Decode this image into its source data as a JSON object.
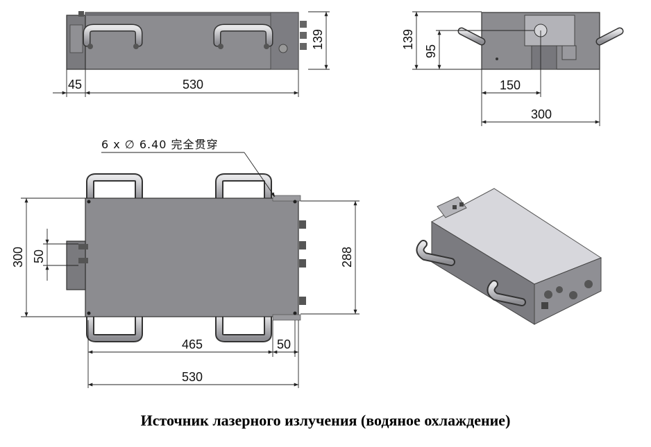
{
  "dimensions": {
    "top_view": {
      "left_offset": "45",
      "length": "530",
      "height": "139"
    },
    "side_view": {
      "height": "139",
      "center_height": "95",
      "center_offset": "150",
      "width": "300"
    },
    "plan_view": {
      "hole_note": "6 x ∅ 6.40 完全贯穿",
      "overall_width": "300",
      "mount_width": "50",
      "inner_width": "288",
      "hole_spacing": "465",
      "end_offset": "50",
      "overall_length": "530"
    }
  },
  "caption": "Источник лазерного излучения (водяное охлаждение)",
  "colors": {
    "body": "#8c8c90",
    "body_dark": "#6d6d72",
    "handle": "#c9c9cc",
    "iso_top": "#d7d7dc",
    "iso_side": "#7b7b80"
  }
}
